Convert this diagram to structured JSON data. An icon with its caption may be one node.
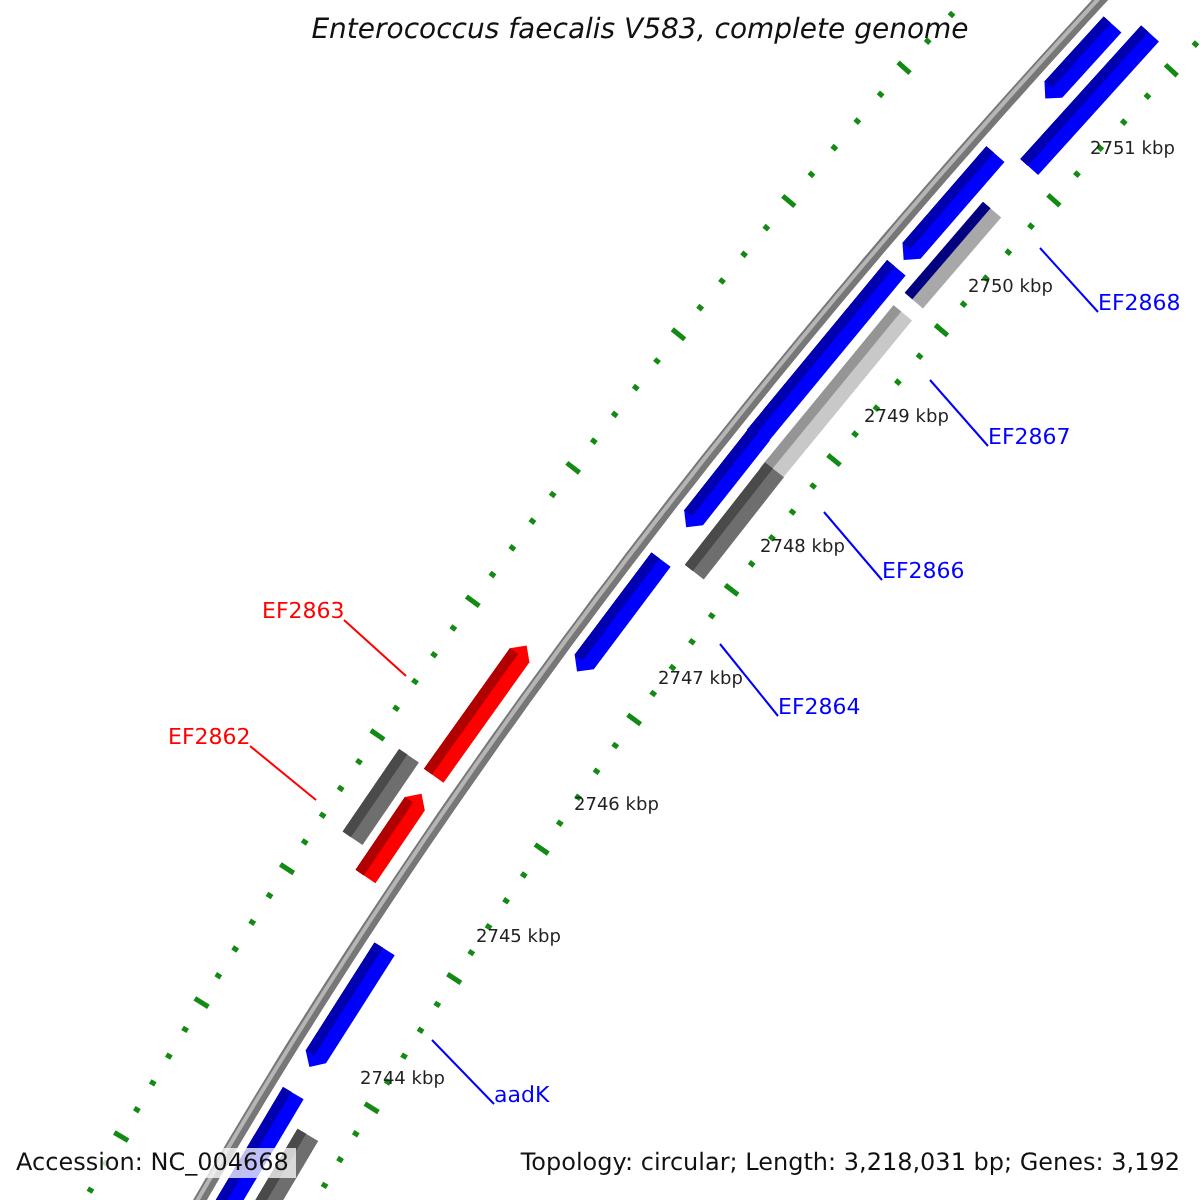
{
  "diagram": {
    "title": "Enterococcus faecalis V583, complete genome",
    "nodes": [
      {
        "text": [
          "EF2868"
        ]
      },
      {
        "text": [
          "EF2867"
        ]
      },
      {
        "text": [
          "EF2866"
        ]
      },
      {
        "text": [
          "EF2863"
        ]
      },
      {
        "text": [
          "EF2864"
        ]
      },
      {
        "text": [
          "EF2862"
        ]
      },
      {
        "text": [
          "aadK"
        ]
      }
    ],
    "edges": [
      {
        "from": 0,
        "to": null,
        "arrow": "none"
      },
      {
        "from": 1,
        "to": null,
        "arrow": "none"
      },
      {
        "from": 2,
        "to": null,
        "arrow": "none"
      },
      {
        "from": 3,
        "to": null,
        "arrow": "none",
        "color": "#ff0000"
      },
      {
        "from": 4,
        "to": null,
        "arrow": "none"
      },
      {
        "from": 5,
        "to": null,
        "arrow": "none",
        "color": "#ff0000"
      },
      {
        "from": 6,
        "to": null,
        "arrow": "none"
      }
    ],
    "labels": [
      "2751 kbp",
      "2750 kbp",
      "2749 kbp",
      "2748 kbp",
      "2747 kbp",
      "2746 kbp",
      "2745 kbp",
      "2744 kbp",
      "Accession: NC_004668",
      "Topology: circular; Length: 3,218,031 bp; Genes: 3,192"
    ]
  }
}
